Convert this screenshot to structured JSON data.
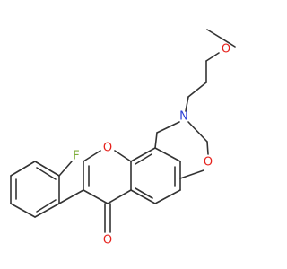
{
  "molecule": {
    "atoms": {
      "methoxy_O": {
        "label": "O",
        "color": "#e6211c"
      },
      "ring_N": {
        "label": "N",
        "color": "#2b3fd6"
      },
      "oxazine_O": {
        "label": "O",
        "color": "#e6211c"
      },
      "pyran_O": {
        "label": "O",
        "color": "#e6211c"
      },
      "carbonyl_O": {
        "label": "O",
        "color": "#e6211c"
      },
      "fluorine": {
        "label": "F",
        "color": "#7fae3c"
      }
    },
    "bond_color": "#333333"
  }
}
